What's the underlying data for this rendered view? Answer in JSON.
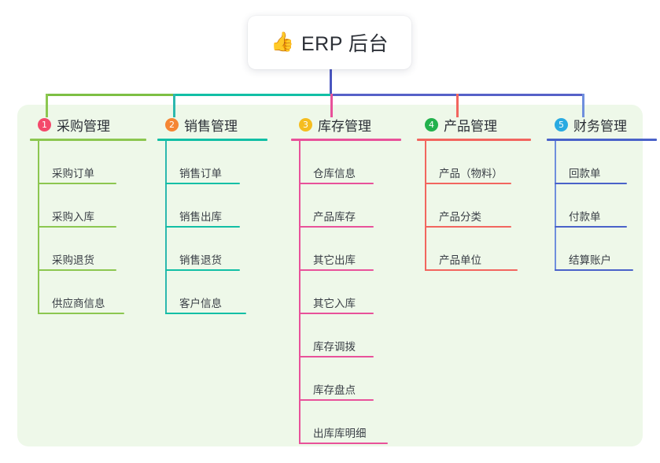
{
  "root": {
    "emoji": "👍",
    "icon_name": "thumbs-up-emoji",
    "title": "ERP 后台"
  },
  "panel": {
    "background_color": "#eef8e9"
  },
  "connectors": {
    "root_drop_color": "#4a56c0",
    "segments": [
      {
        "name": "bus-green",
        "color": "#7dbf43"
      },
      {
        "name": "bus-teal",
        "color": "#12bfa5"
      },
      {
        "name": "bus-blue",
        "color": "#5661c8"
      }
    ]
  },
  "columns": [
    {
      "index": "1",
      "title": "采购管理",
      "badge_color": "#f4496b",
      "line_color": "#8cc750",
      "rule_color": "#8cc750",
      "items": [
        "采购订单",
        "采购入库",
        "采购退货",
        "供应商信息"
      ]
    },
    {
      "index": "2",
      "title": "销售管理",
      "badge_color": "#f58634",
      "line_color": "#2cb8ae",
      "rule_color": "#12bfa5",
      "items": [
        "销售订单",
        "销售出库",
        "销售退货",
        "客户信息"
      ]
    },
    {
      "index": "3",
      "title": "库存管理",
      "badge_color": "#f5bd1f",
      "line_color": "#e8529a",
      "rule_color": "#e8529a",
      "items": [
        "仓库信息",
        "产品库存",
        "其它出库",
        "其它入库",
        "库存调拨",
        "库存盘点",
        "出库库明细"
      ]
    },
    {
      "index": "4",
      "title": "产品管理",
      "badge_color": "#22b14c",
      "line_color": "#f2665f",
      "rule_color": "#f2665f",
      "items": [
        "产品（物料）",
        "产品分类",
        "产品单位"
      ]
    },
    {
      "index": "5",
      "title": "财务管理",
      "badge_color": "#29aae1",
      "line_color": "#6f8fdd",
      "rule_color": "#4a62c9",
      "items": [
        "回款单",
        "付款单",
        "结算账户"
      ]
    }
  ]
}
